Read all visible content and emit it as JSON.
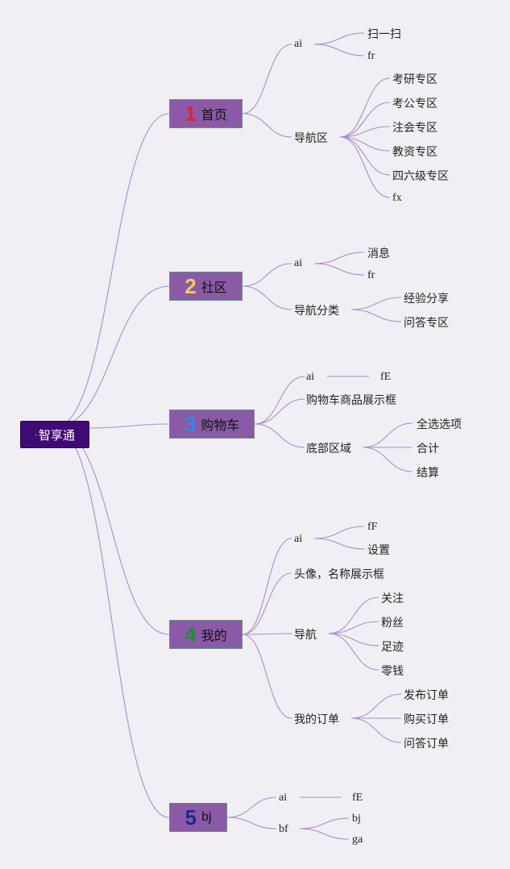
{
  "root": {
    "label": "智享通",
    "pin_icon": "pin-icon"
  },
  "branches": [
    {
      "number": "1",
      "number_color": "#e0203c",
      "label": "首页",
      "children": [
        {
          "label": "ai",
          "children": [
            {
              "label": "扫一扫"
            },
            {
              "label": "fr"
            }
          ]
        },
        {
          "label": "导航区",
          "children": [
            {
              "label": "考研专区"
            },
            {
              "label": "考公专区"
            },
            {
              "label": "注会专区"
            },
            {
              "label": "教资专区"
            },
            {
              "label": "四六级专区"
            },
            {
              "label": "fx"
            }
          ]
        }
      ]
    },
    {
      "number": "2",
      "number_color": "#f4c95d",
      "label": "社区",
      "children": [
        {
          "label": "ai",
          "children": [
            {
              "label": "消息"
            },
            {
              "label": "fr"
            }
          ]
        },
        {
          "label": "导航分类",
          "children": [
            {
              "label": "经验分享"
            },
            {
              "label": "问答专区"
            }
          ]
        }
      ]
    },
    {
      "number": "3",
      "number_color": "#2f8be6",
      "label": "购物车",
      "children": [
        {
          "label": "ai",
          "children": [
            {
              "label": "fE"
            }
          ]
        },
        {
          "label": "购物车商品展示框"
        },
        {
          "label": "底部区域",
          "children": [
            {
              "label": "全选选项"
            },
            {
              "label": "合计"
            },
            {
              "label": "结算"
            }
          ]
        }
      ]
    },
    {
      "number": "4",
      "number_color": "#1f8f2e",
      "label": "我的",
      "children": [
        {
          "label": "ai",
          "children": [
            {
              "label": "fF"
            },
            {
              "label": "设置"
            }
          ]
        },
        {
          "label": "头像，名称展示框"
        },
        {
          "label": "导航",
          "children": [
            {
              "label": "关注"
            },
            {
              "label": "粉丝"
            },
            {
              "label": "足迹"
            },
            {
              "label": "零钱"
            }
          ]
        },
        {
          "label": "我的订单",
          "children": [
            {
              "label": "发布订单"
            },
            {
              "label": "购买订单"
            },
            {
              "label": "问答订单"
            }
          ]
        }
      ]
    },
    {
      "number": "5",
      "number_color": "#1b2a8a",
      "label": "bj",
      "children": [
        {
          "label": "ai",
          "children": [
            {
              "label": "fE"
            }
          ]
        },
        {
          "label": "bf",
          "children": [
            {
              "label": "bj"
            },
            {
              "label": "ga"
            }
          ]
        }
      ]
    }
  ]
}
